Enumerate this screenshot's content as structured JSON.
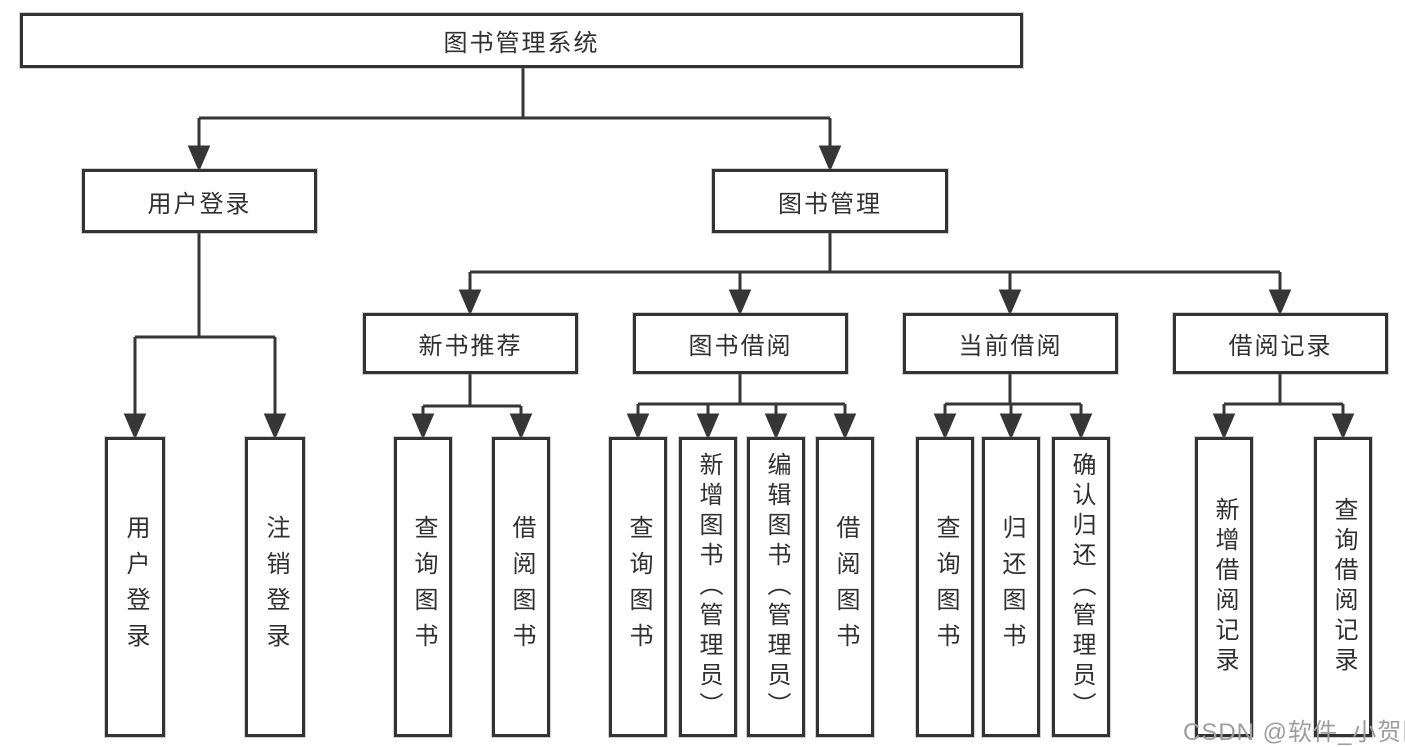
{
  "tree": {
    "label": "图书管理系统",
    "children": [
      {
        "label": "用户登录",
        "children": [
          {
            "label": "用户登录"
          },
          {
            "label": "注销登录"
          }
        ]
      },
      {
        "label": "图书管理",
        "children": [
          {
            "label": "新书推荐",
            "children": [
              {
                "label": "查询图书"
              },
              {
                "label": "借阅图书"
              }
            ]
          },
          {
            "label": "图书借阅",
            "children": [
              {
                "label": "查询图书"
              },
              {
                "label": "新增图书（管理员）"
              },
              {
                "label": "编辑图书（管理员）"
              },
              {
                "label": "借阅图书"
              }
            ]
          },
          {
            "label": "当前借阅",
            "children": [
              {
                "label": "查询图书"
              },
              {
                "label": "归还图书"
              },
              {
                "label": "确认归还（管理员）"
              }
            ]
          },
          {
            "label": "借阅记录",
            "children": [
              {
                "label": "新增借阅记录"
              },
              {
                "label": "查询借阅记录"
              }
            ]
          }
        ]
      }
    ]
  },
  "watermark": "CSDN @软件_小贺同学",
  "colors": {
    "line": "#333333",
    "text": "#303030",
    "watermark": "#9e9e9e",
    "background": "#ffffff"
  }
}
